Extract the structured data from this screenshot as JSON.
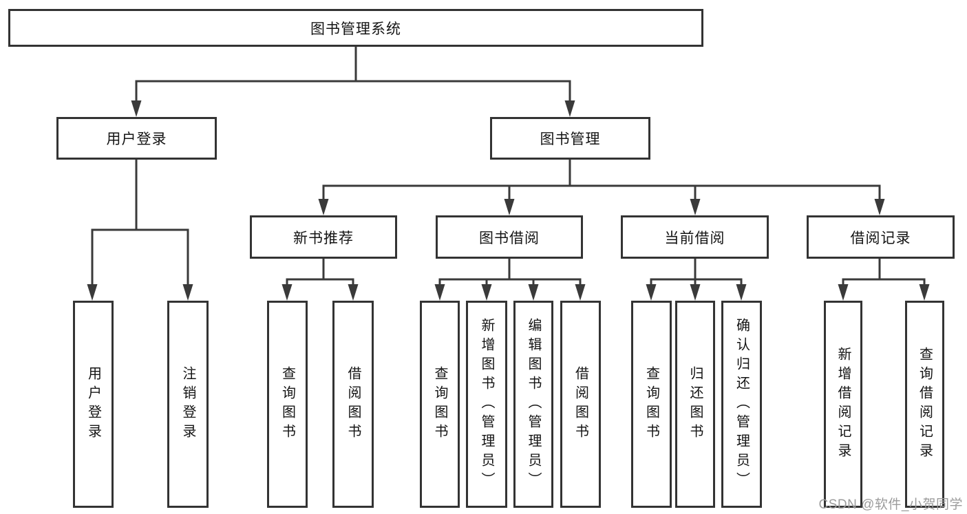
{
  "diagram": {
    "root": {
      "label": "图书管理系统"
    },
    "level2": [
      {
        "id": "user-login",
        "label": "用户登录"
      },
      {
        "id": "book-management",
        "label": "图书管理"
      }
    ],
    "level3": [
      {
        "id": "new-book-recommendation",
        "label": "新书推荐",
        "parent": "图书管理"
      },
      {
        "id": "book-borrowing",
        "label": "图书借阅",
        "parent": "图书管理"
      },
      {
        "id": "current-borrowing",
        "label": "当前借阅",
        "parent": "图书管理"
      },
      {
        "id": "borrowing-records",
        "label": "借阅记录",
        "parent": "图书管理"
      }
    ],
    "leaves": [
      {
        "id": "user-login-leaf",
        "label": "用户登录",
        "parent": "用户登录"
      },
      {
        "id": "logout",
        "label": "注销登录",
        "parent": "用户登录"
      },
      {
        "id": "query-books-recommend",
        "label": "查询图书",
        "parent": "新书推荐"
      },
      {
        "id": "borrow-books-recommend",
        "label": "借阅图书",
        "parent": "新书推荐"
      },
      {
        "id": "query-books-borrowing",
        "label": "查询图书",
        "parent": "图书借阅"
      },
      {
        "id": "add-books-admin",
        "label": "新增图书（管理员）",
        "parent": "图书借阅"
      },
      {
        "id": "edit-books-admin",
        "label": "编辑图书（管理员）",
        "parent": "图书借阅"
      },
      {
        "id": "borrow-books",
        "label": "借阅图书",
        "parent": "图书借阅"
      },
      {
        "id": "query-books-current",
        "label": "查询图书",
        "parent": "当前借阅"
      },
      {
        "id": "return-books",
        "label": "归还图书",
        "parent": "当前借阅"
      },
      {
        "id": "confirm-return-admin",
        "label": "确认归还（管理员）",
        "parent": "当前借阅"
      },
      {
        "id": "add-borrowing-record",
        "label": "新增借阅记录",
        "parent": "借阅记录"
      },
      {
        "id": "query-borrowing-record",
        "label": "查询借阅记录",
        "parent": "借阅记录"
      }
    ]
  },
  "watermark": "CSDN @软件_小贺同学",
  "colors": {
    "line": "#3a3a3a",
    "box_border": "#333333",
    "text": "#141414",
    "watermark": "#9b9b9b",
    "background": "#ffffff"
  }
}
